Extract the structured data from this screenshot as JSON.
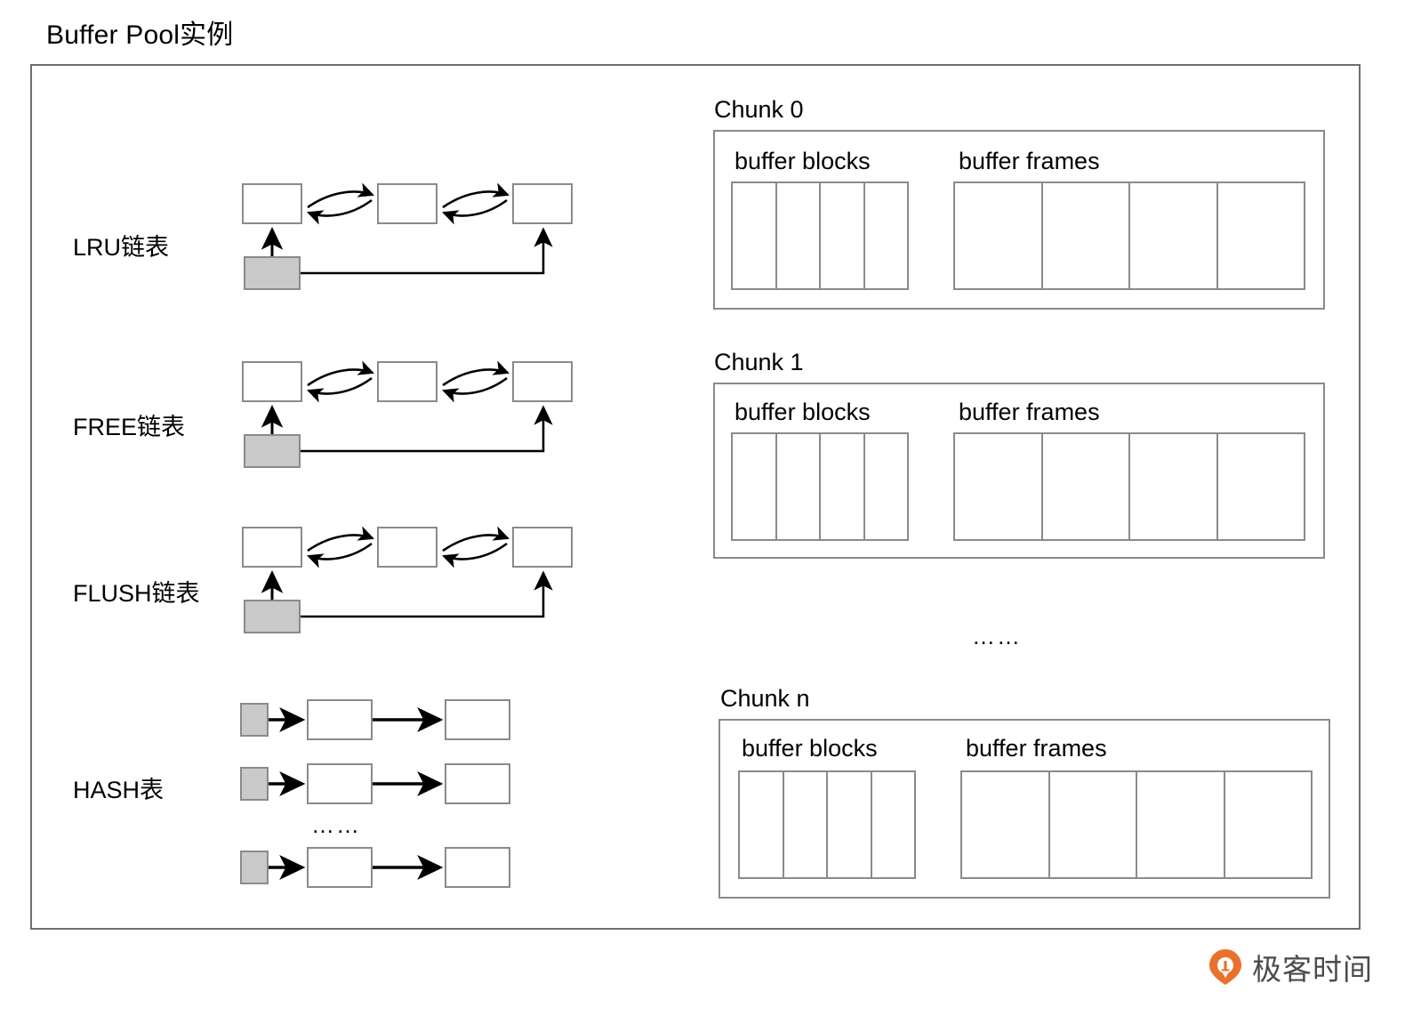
{
  "page": {
    "title": "Buffer Pool实例",
    "background": "#ffffff",
    "border_color": "#6e6e6e",
    "box_border_color": "#8a8a8a",
    "head_fill": "#c9c9c9",
    "accent": "#e8722c"
  },
  "lists": [
    {
      "id": "lru",
      "label": "LRU链表",
      "kind": "doubly-linked",
      "node_count": 3,
      "head_pointer": true
    },
    {
      "id": "free",
      "label": "FREE链表",
      "kind": "doubly-linked",
      "node_count": 3,
      "head_pointer": true
    },
    {
      "id": "flush",
      "label": "FLUSH链表",
      "kind": "doubly-linked",
      "node_count": 3,
      "head_pointer": true
    },
    {
      "id": "hash",
      "label": "HASH表",
      "kind": "hash-buckets",
      "rows": 3,
      "nodes_per_row": 2,
      "ellipsis": "……"
    }
  ],
  "chunks": [
    {
      "id": "chunk-0",
      "title": "Chunk 0",
      "blocks_label": "buffer blocks",
      "frames_label": "buffer frames",
      "blocks_count": 4,
      "frames_count": 4
    },
    {
      "id": "chunk-1",
      "title": "Chunk 1",
      "blocks_label": "buffer blocks",
      "frames_label": "buffer frames",
      "blocks_count": 4,
      "frames_count": 4
    },
    {
      "id": "chunk-n",
      "title": "Chunk n",
      "blocks_label": "buffer blocks",
      "frames_label": "buffer frames",
      "blocks_count": 4,
      "frames_count": 4
    }
  ],
  "chunk_ellipsis": "……",
  "branding": {
    "wordmark": "极客时间",
    "logo_color": "#e8722c"
  }
}
